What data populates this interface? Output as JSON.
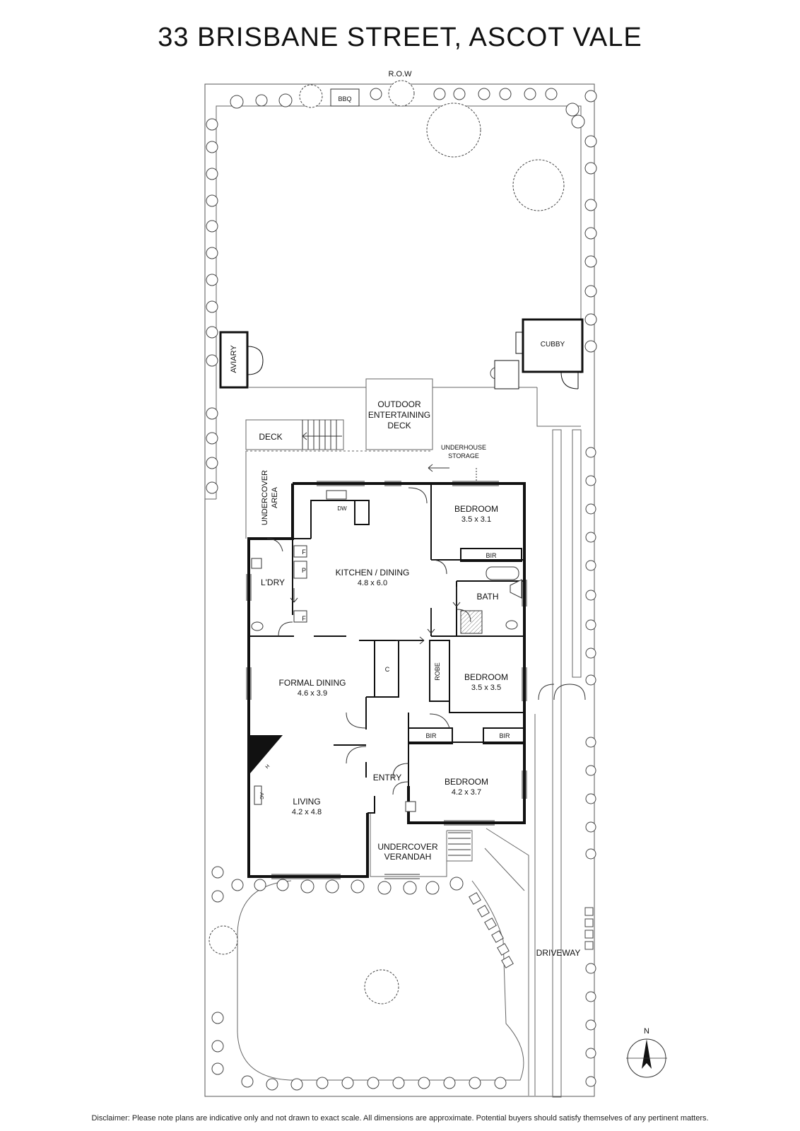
{
  "title": "33 BRISBANE STREET, ASCOT VALE",
  "disclaimer": "Disclaimer: Please note plans are indicative only and not drawn to exact scale. All dimensions are approximate. Potential buyers should satisfy themselves of any pertinent matters.",
  "labels": {
    "row": "R.O.W",
    "bbq": "BBQ",
    "cubby": "CUBBY",
    "aviary": "AVIARY",
    "outdoor_deck_1": "OUTDOOR",
    "outdoor_deck_2": "ENTERTAINING",
    "outdoor_deck_3": "DECK",
    "deck": "DECK",
    "underhouse_1": "UNDERHOUSE",
    "underhouse_2": "STORAGE",
    "undercover_area_1": "UNDERCOVER",
    "undercover_area_2": "AREA",
    "dw": "DW",
    "f": "F",
    "p": "P",
    "c": "C",
    "robe": "ROBE",
    "bir": "BIR",
    "bath": "BATH",
    "laundry": "L'DRY",
    "entry": "ENTRY",
    "verandah_1": "UNDERCOVER",
    "verandah_2": "VERANDAH",
    "driveway": "DRIVEWAY",
    "h": "H",
    "ac": "AC",
    "north": "N"
  },
  "rooms": {
    "bed1": {
      "name": "BEDROOM",
      "dims": "3.5 x 3.1"
    },
    "kitchen": {
      "name": "KITCHEN / DINING",
      "dims": "4.8 x 6.0"
    },
    "bed2": {
      "name": "BEDROOM",
      "dims": "3.5 x 3.5"
    },
    "formal": {
      "name": "FORMAL DINING",
      "dims": "4.6 x 3.9"
    },
    "bed3": {
      "name": "BEDROOM",
      "dims": "4.2 x 3.7"
    },
    "living": {
      "name": "LIVING",
      "dims": "4.2 x 4.8"
    }
  }
}
